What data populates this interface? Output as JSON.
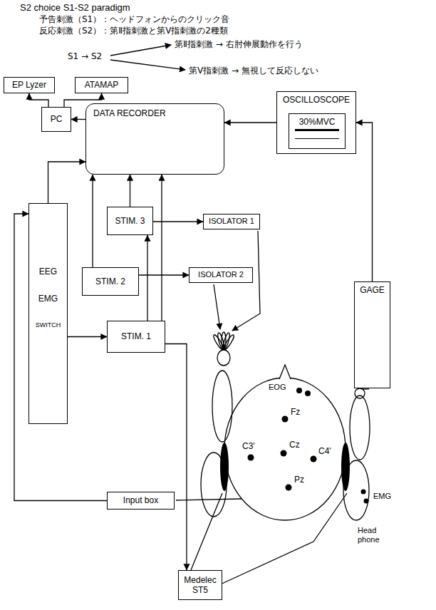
{
  "diagram": {
    "title": "S2 choice S1-S2 paradigm",
    "nodes": [
      {
        "text": [
          "EP Lyzer"
        ]
      },
      {
        "text": [
          "ATAMAP"
        ]
      },
      {
        "text": [
          "PC"
        ]
      },
      {
        "text": [
          "DATA RECORDER"
        ]
      },
      {
        "text": [
          "OSCILLOSCOPE"
        ]
      },
      {
        "text": [
          "30%MVC"
        ],
        "in": 4
      },
      {
        "text": [
          "STIM. 3"
        ]
      },
      {
        "text": [
          "ISOLATOR 1"
        ]
      },
      {
        "text": [
          "STIM. 2"
        ]
      },
      {
        "text": [
          "ISOLATOR 2"
        ]
      },
      {
        "text": [
          "EEG",
          "EMG",
          "SWITCH"
        ]
      },
      {
        "text": [
          "STIM. 1"
        ]
      },
      {
        "text": [
          "GAGE"
        ]
      },
      {
        "text": [
          "Input box"
        ]
      },
      {
        "text": [
          "Medelec ST5"
        ]
      }
    ],
    "edges": [
      {
        "from": 2,
        "to": 0,
        "arrow": "to"
      },
      {
        "from": 2,
        "to": 1,
        "arrow": "to"
      },
      {
        "from": 3,
        "to": 2,
        "arrow": "to"
      },
      {
        "from": 4,
        "to": 3,
        "arrow": "to"
      },
      {
        "from": 12,
        "to": 4,
        "arrow": "to"
      },
      {
        "from": 10,
        "to": 3,
        "arrow": "to"
      },
      {
        "from": 6,
        "to": 3,
        "arrow": "to"
      },
      {
        "from": 8,
        "to": 3,
        "arrow": "to"
      },
      {
        "from": 11,
        "to": 6,
        "arrow": "to"
      },
      {
        "from": 11,
        "to": 3,
        "arrow": "to"
      },
      {
        "from": 6,
        "to": 7,
        "arrow": "to"
      },
      {
        "from": 8,
        "to": 9,
        "arrow": "to"
      },
      {
        "from": 10,
        "to": 11,
        "arrow": "to"
      },
      {
        "from": 11,
        "to": 14,
        "arrow": "to"
      },
      {
        "from": 13,
        "to": 10,
        "arrow": "to"
      }
    ],
    "labels": [
      "予告刺激（S1）：ヘッドフォンからのクリック音",
      "反応刺激（S2）：第Ⅱ指刺激と第Ⅴ指刺激の2種類",
      "S1 → S2",
      "第Ⅱ指刺激 → 右肘伸展動作を行う",
      "第Ⅴ指刺激 → 無視して反応しない",
      "EOG",
      "Fz",
      "C3'",
      "Cz",
      "C4'",
      "Pz",
      "EMG",
      "Head phone"
    ]
  }
}
